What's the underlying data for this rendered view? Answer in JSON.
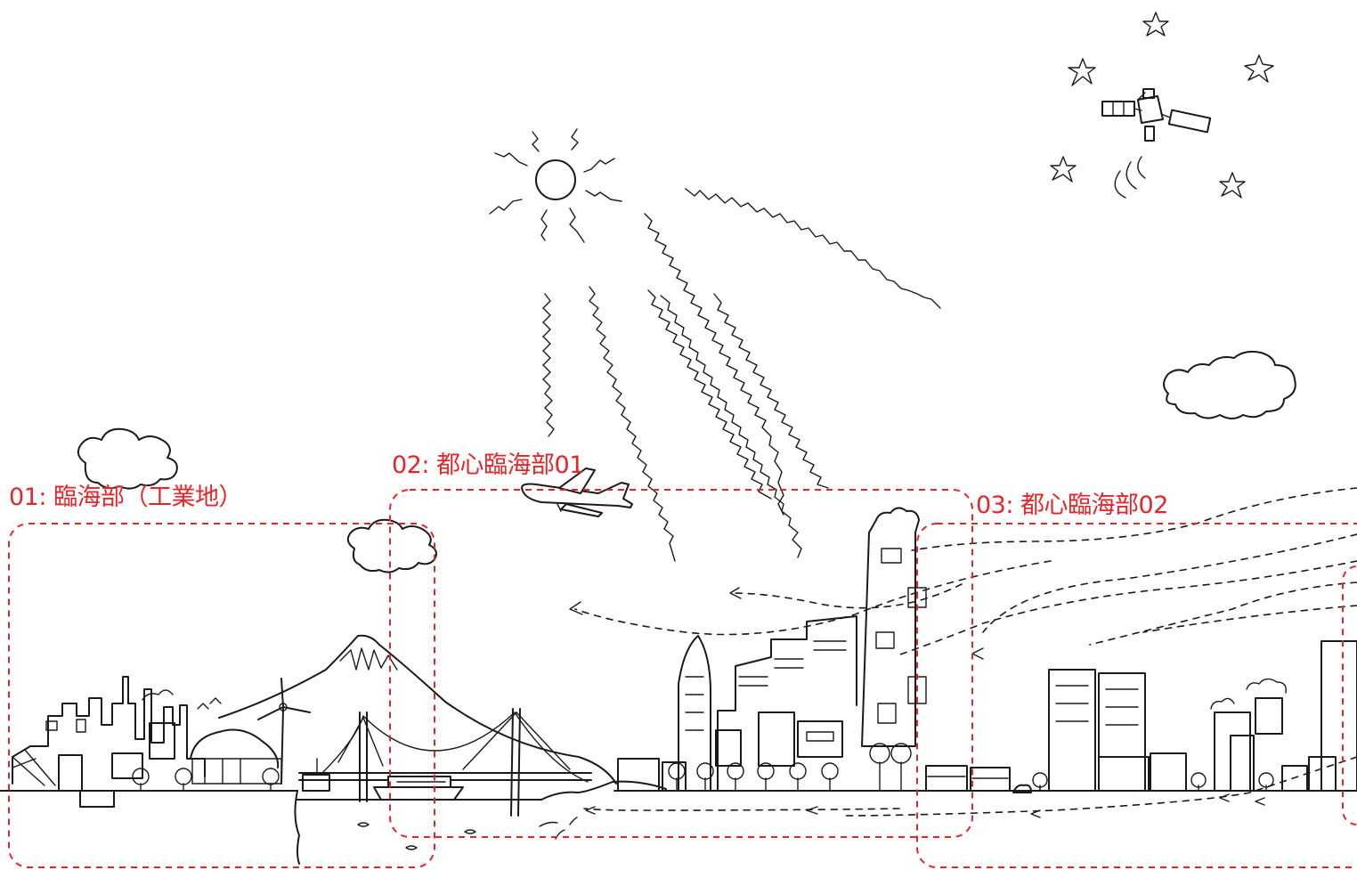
{
  "zones": [
    {
      "id": "01",
      "label": "01: 臨海部（工業地）"
    },
    {
      "id": "02",
      "label": "02: 都心臨海部01"
    },
    {
      "id": "03",
      "label": "03: 都心臨海部02"
    }
  ],
  "colors": {
    "zone_outline": "#e8242b",
    "zone_label": "#e8242b",
    "ink": "#1a1a1a",
    "background": "#ffffff"
  }
}
